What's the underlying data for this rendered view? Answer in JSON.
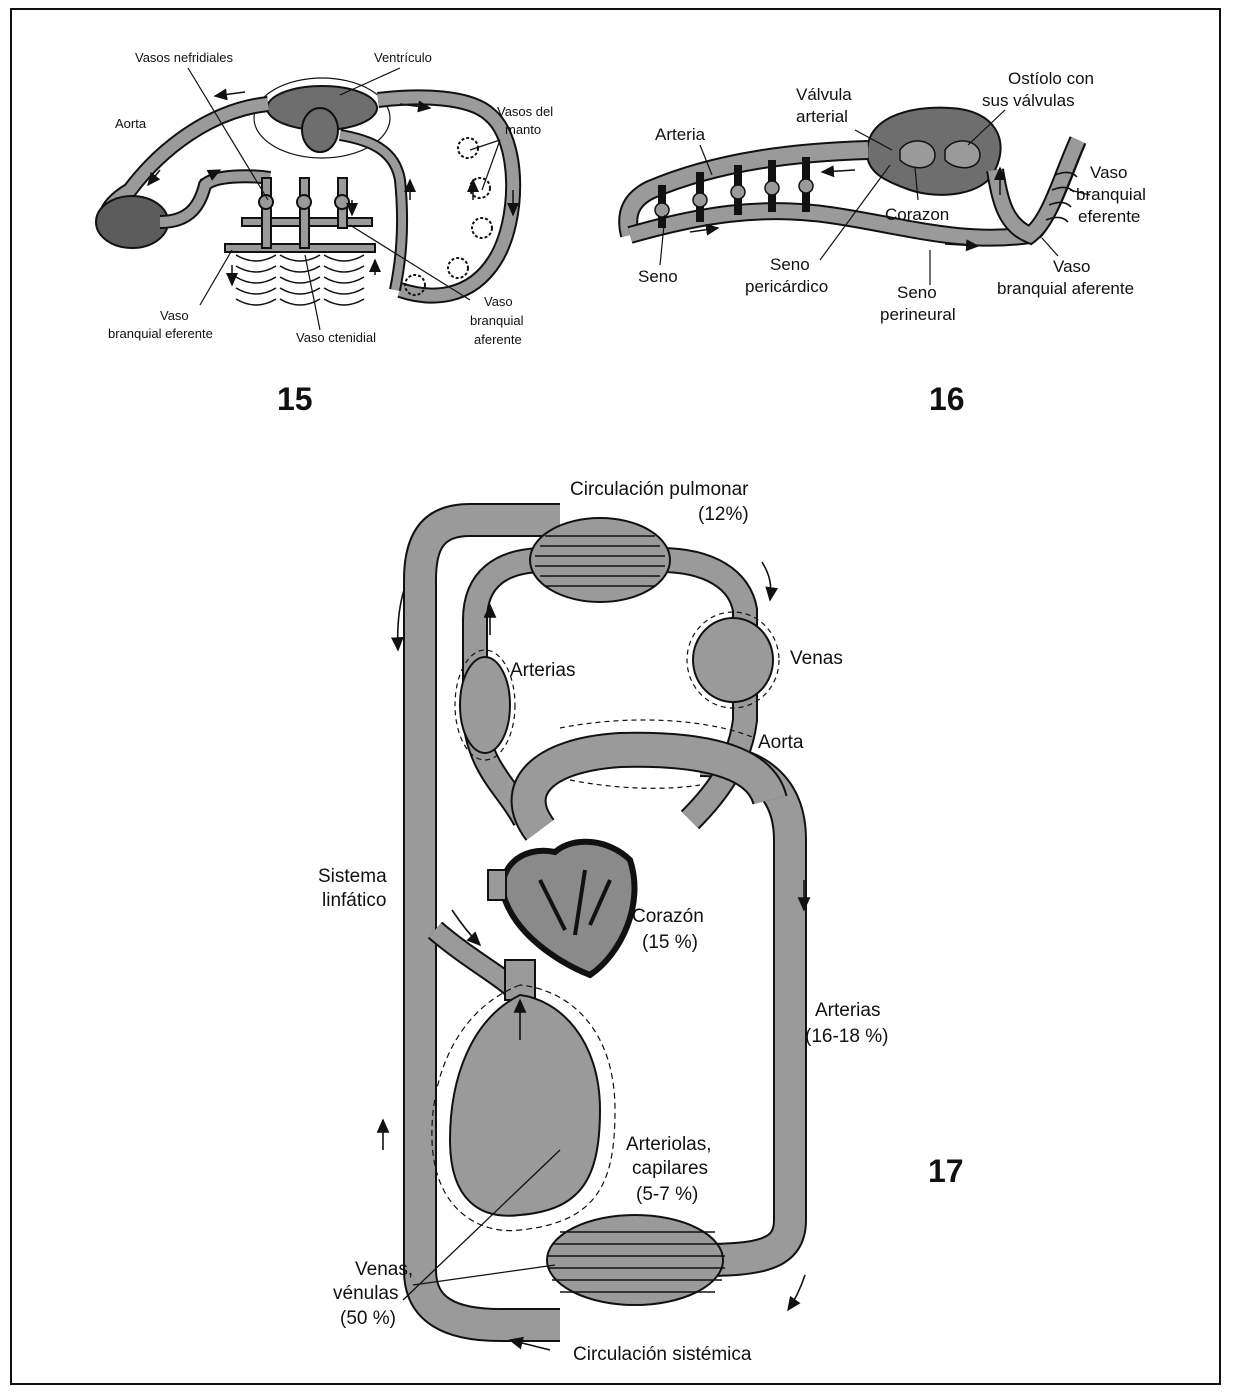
{
  "colors": {
    "vessel_fill": "#9a9a9a",
    "vessel_stroke": "#111111",
    "dark_fill": "#6e6e6e",
    "heart": "#111111",
    "background": "#ffffff"
  },
  "fig15": {
    "number": "15",
    "labels": {
      "vasos_nefridiales": "Vasos nefridiales",
      "ventriculo": "Ventrículo",
      "aorta": "Aorta",
      "vasos_del": "Vasos del",
      "manto": "manto",
      "vaso_ef_1": "Vaso",
      "vaso_ef_2": "branquial eferente",
      "vaso_ctenidial": "Vaso ctenidial",
      "vaso_af_1": "Vaso",
      "vaso_af_2": "branquial",
      "vaso_af_3": "aferente"
    }
  },
  "fig16": {
    "number": "16",
    "labels": {
      "ostiolo_1": "Ostíolo con",
      "ostiolo_2": "sus válvulas",
      "valvula_1": "Válvula",
      "valvula_2": "arterial",
      "arteria": "Arteria",
      "corazon": "Corazon",
      "vaso_ef_1": "Vaso",
      "vaso_ef_2": "branquial",
      "vaso_ef_3": "eferente",
      "seno": "Seno",
      "seno_peric_1": "Seno",
      "seno_peric_2": "pericárdico",
      "seno_periN_1": "Seno",
      "seno_periN_2": "perineural",
      "vaso_af_1": "Vaso",
      "vaso_af_2": "branquial aferente"
    }
  },
  "fig17": {
    "number": "17",
    "labels": {
      "circ_pulmonar": "Circulación pulmonar",
      "pct_pulmonar": "(12%)",
      "arterias_top": "Arterias",
      "venas_top": "Venas",
      "aorta": "Aorta",
      "sistema": "Sistema",
      "linfatico": "linfático",
      "corazon": "Corazón",
      "pct_corazon": "(15 %)",
      "arterias_right": "Arterias",
      "pct_arterias": "(16-18 %)",
      "arteriolas": "Arteriolas,",
      "capilares": "capilares",
      "pct_capilares": "(5-7 %)",
      "venas_1": "Venas,",
      "venas_2": "vénulas",
      "pct_venas": "(50 %)",
      "circ_sistemica": "Circulación sistémica"
    }
  }
}
